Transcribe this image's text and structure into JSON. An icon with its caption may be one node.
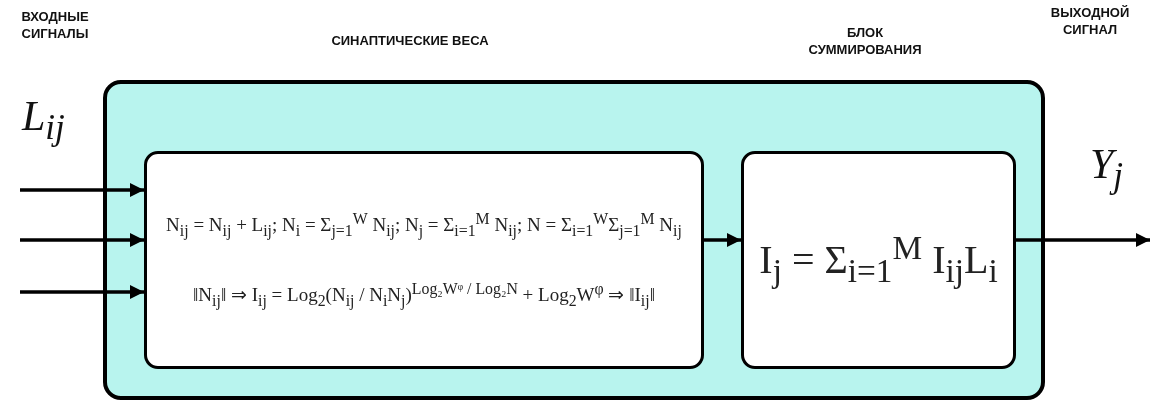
{
  "diagram": {
    "nodes": [
      {
        "text": [],
        "shape": "box"
      },
      {
        "text": [
          "N$_{ij}$ = N$_{ij}$ + L$_{ij}$; N$_{i}$ = Σ$_{j=1}$$^{W}$ N$_{ij}$; N$_{j}$ = Σ$_{i=1}$$^{M}$ N$_{ij}$; N = Σ$_{i=1}$$^{W}$Σ$_{j=1}$$^{M}$ N$_{ij}$",
          "‖N$_{ij}$‖ ⇒ I$_{ij}$ = Log$_{2}$(N$_{ij}$ / N$_{i}$N$_{j}$)$^{Log₂Wᵠ / Log₂N}$ + Log$_{2}$W$^{φ}$ ⇒ ‖I$_{ij}$‖"
        ],
        "in": 0
      },
      {
        "text": [
          "I$_{j}$ = Σ$_{i=1}$$^{M}$ I$_{ij}$L$_{i}$"
        ],
        "in": 0
      }
    ],
    "edges": [
      {
        "from": null,
        "to": 1,
        "arrow": "to"
      },
      {
        "from": null,
        "to": 1,
        "arrow": "to"
      },
      {
        "from": null,
        "to": 1,
        "arrow": "to"
      },
      {
        "from": 1,
        "to": 2,
        "arrow": "to"
      },
      {
        "from": 2,
        "to": null,
        "arrow": "to"
      }
    ],
    "labels": [
      "ВХОДНЫЕ СИГНАЛЫ",
      "СИНАПТИЧЕСКИЕ ВЕСА",
      "БЛОК СУММИРОВАНИЯ",
      "ВЫХОДНОЙ СИГНАЛ",
      "L$_{ij}$",
      "Y$_{j}$"
    ]
  }
}
